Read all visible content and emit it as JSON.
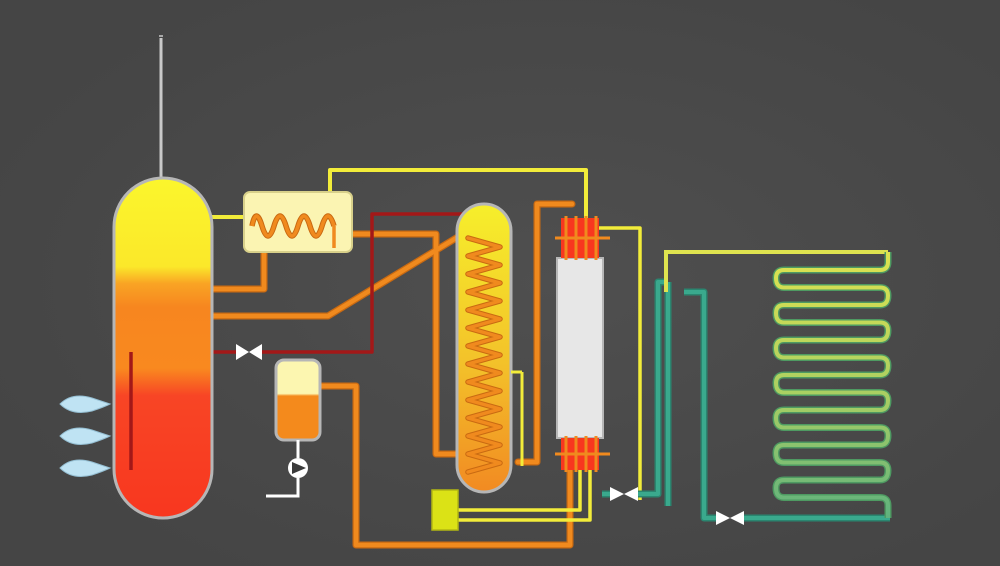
{
  "diagram": {
    "background": "#4a4a4a",
    "colors": {
      "yellow": "#f2ec3a",
      "orange": "#f08a1e",
      "dark_red": "#a31818",
      "red": "#f8371f",
      "teal": "#2f9a7f",
      "green": "#7dbb5c",
      "grey": "#b9b9b9",
      "white": "#ffffff",
      "cream": "#fbf4b2",
      "light_grey": "#e7e7e7",
      "yellow_green": "#d3e152"
    },
    "components": [
      {
        "id": "generator-vessel",
        "icon": "tank"
      },
      {
        "id": "burner-flames",
        "icon": "flame-icon",
        "count": 3
      },
      {
        "id": "rectifier-heat-exchanger",
        "icon": "coil"
      },
      {
        "id": "absorber-column",
        "icon": "coil-column"
      },
      {
        "id": "solution-heat-exchanger",
        "icon": "shell-tube"
      },
      {
        "id": "solution-reservoir",
        "icon": "tank"
      },
      {
        "id": "solution-pump",
        "icon": "pump-icon"
      },
      {
        "id": "expansion-valves",
        "icon": "valve-icon",
        "count": 3
      },
      {
        "id": "evaporator-coil",
        "icon": "serpentine-coil"
      },
      {
        "id": "condensate-receiver",
        "icon": "box"
      }
    ]
  }
}
